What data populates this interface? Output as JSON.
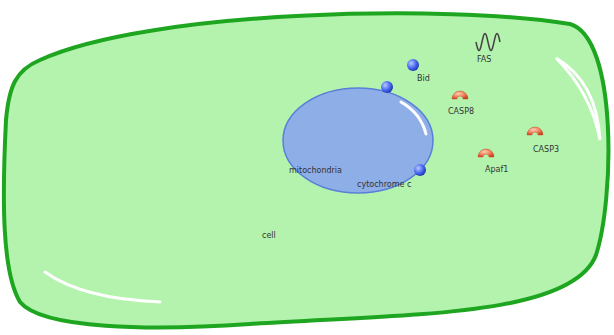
{
  "diagram": {
    "nodes": [
      {
        "text": [
          "cell"
        ]
      },
      {
        "text": [
          "FAS"
        ],
        "in": 0
      },
      {
        "text": [
          "Bid"
        ],
        "in": 0
      },
      {
        "text": [
          "CASP8"
        ],
        "in": 0
      },
      {
        "text": [
          "mitochondria"
        ],
        "in": 0
      },
      {
        "text": [
          "CASP3"
        ],
        "in": 0
      },
      {
        "text": [
          "Apaf1"
        ],
        "in": 0
      },
      {
        "text": [
          "cytochrome c"
        ],
        "in": 4
      }
    ]
  }
}
